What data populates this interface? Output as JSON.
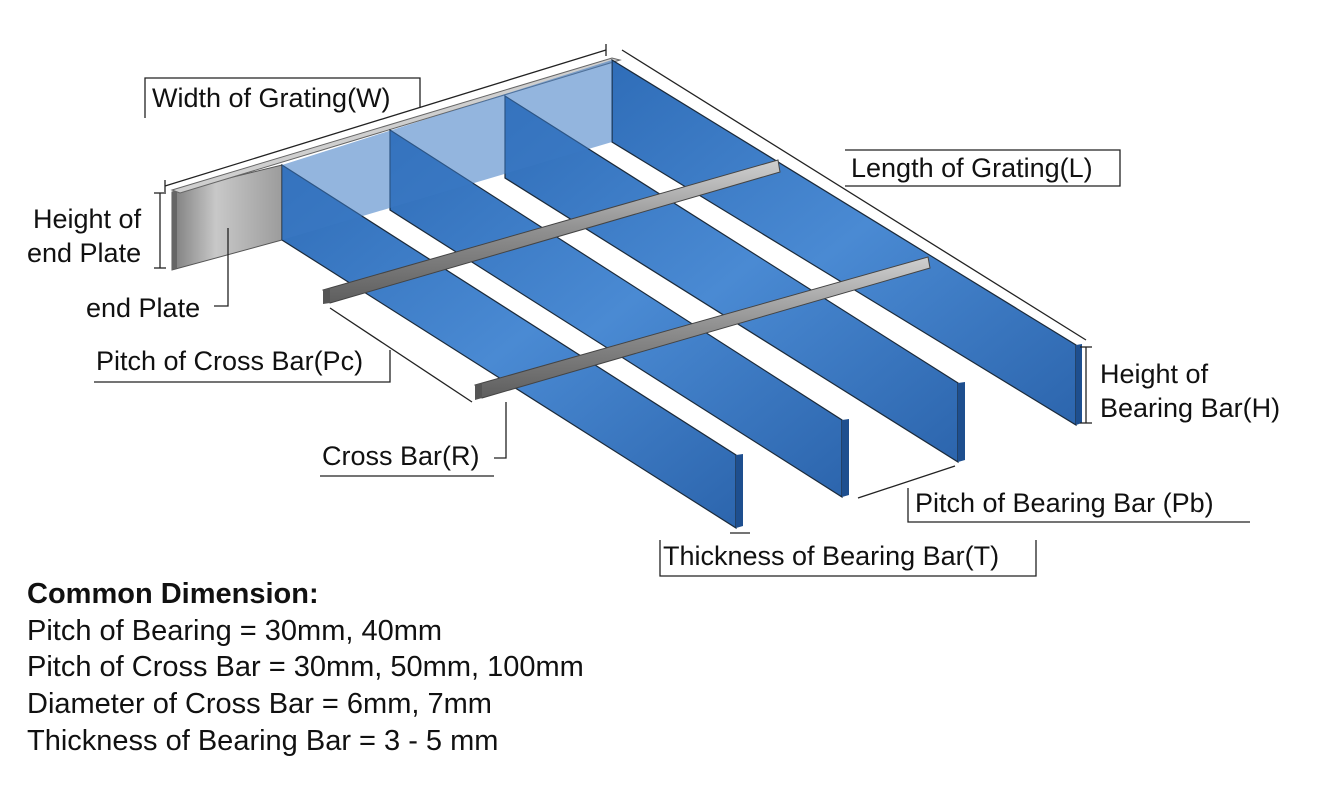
{
  "labels": {
    "width_of_grating": "Width of Grating(W)",
    "length_of_grating": "Length of Grating(L)",
    "height_of_end_plate_line1": "Height of",
    "height_of_end_plate_line2": "end Plate",
    "end_plate": "end Plate",
    "pitch_of_cross_bar": "Pitch of Cross Bar(Pc)",
    "cross_bar": "Cross Bar(R)",
    "height_of_bearing_bar_line1": "Height of",
    "height_of_bearing_bar_line2": "Bearing Bar(H)",
    "pitch_of_bearing_bar": "Pitch of Bearing Bar (Pb)",
    "thickness_of_bearing_bar": "Thickness of Bearing Bar(T)"
  },
  "common_dimension": {
    "title": "Common Dimension:",
    "lines": [
      "Pitch of Bearing = 30mm, 40mm",
      "Pitch of Cross Bar = 30mm, 50mm, 100mm",
      "Diameter of Cross Bar = 6mm, 7mm",
      "Thickness of Bearing Bar = 3 - 5 mm"
    ]
  },
  "colors": {
    "bearing_bar_face": "#3f7fc9",
    "bearing_bar_top": "#d6e6f7",
    "cross_bar": "#9a9a9a",
    "end_plate": "#a9a9a9"
  }
}
